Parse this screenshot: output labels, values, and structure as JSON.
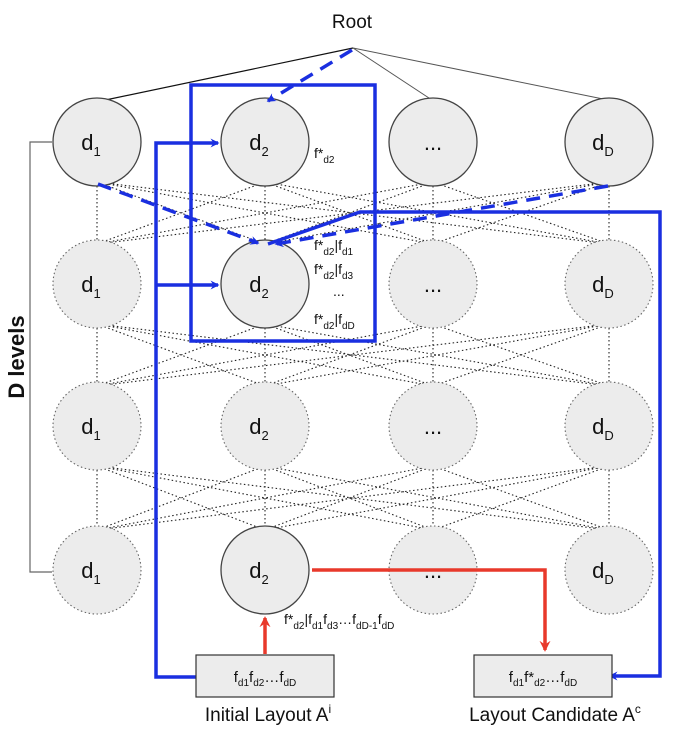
{
  "diagram": {
    "root_label": "Root",
    "side_label": "D levels",
    "levels": [
      {
        "nodes": [
          {
            "main": "d",
            "sub": "1"
          },
          {
            "main": "d",
            "sub": "2"
          },
          {
            "main": "...",
            "sub": ""
          },
          {
            "main": "d",
            "sub": "D"
          }
        ]
      },
      {
        "nodes": [
          {
            "main": "d",
            "sub": "1"
          },
          {
            "main": "d",
            "sub": "2"
          },
          {
            "main": "...",
            "sub": ""
          },
          {
            "main": "d",
            "sub": "D"
          }
        ]
      },
      {
        "nodes": [
          {
            "main": "d",
            "sub": "1"
          },
          {
            "main": "d",
            "sub": "2"
          },
          {
            "main": "...",
            "sub": ""
          },
          {
            "main": "d",
            "sub": "D"
          }
        ]
      },
      {
        "nodes": [
          {
            "main": "d",
            "sub": "1"
          },
          {
            "main": "d",
            "sub": "2"
          },
          {
            "main": "...",
            "sub": ""
          },
          {
            "main": "d",
            "sub": "D"
          }
        ]
      }
    ],
    "annotations": {
      "level1": {
        "f": "f*",
        "sub": "d2"
      },
      "level2_line1": {
        "f": "f*",
        "s1": "d2",
        "bar": "|f",
        "s2": "d1"
      },
      "level2_line2": {
        "f": "f*",
        "s1": "d2",
        "bar": "|f",
        "s2": "d3"
      },
      "level2_dots": "...",
      "level2_line3": {
        "f": "f*",
        "s1": "d2",
        "bar": "|f",
        "s2": "dD"
      },
      "level4": {
        "f": "f*",
        "s1": "d2",
        "bar": "|f",
        "s2": "d1",
        "f2": "f",
        "s3": "d3",
        "dots": "…f",
        "s4": "dD-1",
        "f3": "f",
        "s5": "dD"
      }
    },
    "initial_box": {
      "f1": "f",
      "s1": "d1",
      "f2": "f",
      "s2": "d2",
      "dots": "…f",
      "s3": "dD"
    },
    "candidate_box": {
      "f1": "f",
      "s1": "d1",
      "f2": "f*",
      "s2": "d2",
      "dots": "…f",
      "s3": "dD"
    },
    "initial_caption": {
      "text": "Initial Layout A",
      "sup": "i"
    },
    "candidate_caption": {
      "text": "Layout Candidate A",
      "sup": "c"
    },
    "colors": {
      "blue": "#1a2fe0",
      "red": "#e8392b",
      "node_fill": "#ececec",
      "node_stroke": "#666666",
      "dotted": "#222222"
    }
  }
}
